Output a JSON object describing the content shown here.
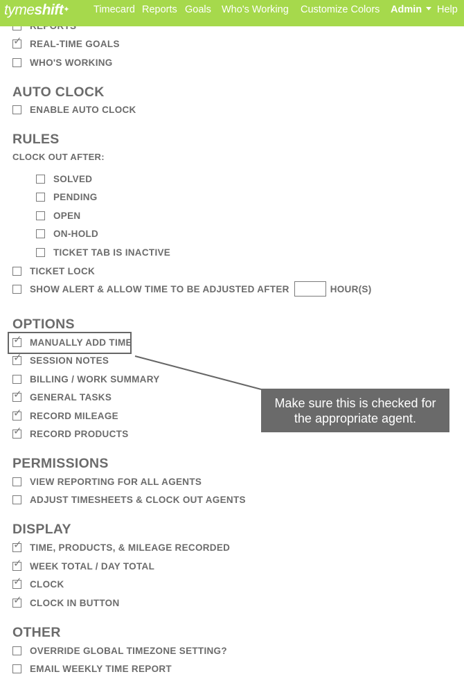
{
  "nav": {
    "logo_thin": "tyme",
    "logo_bold": "shift",
    "logo_star": "✦",
    "links": [
      "Timecard",
      "Reports",
      "Goals",
      "Who's Working",
      "Customize Colors"
    ],
    "admin": "Admin",
    "help": "Help"
  },
  "top_items": [
    {
      "label": "REPORTS",
      "checked": true
    },
    {
      "label": "REAL-TIME GOALS",
      "checked": true
    },
    {
      "label": "WHO'S WORKING",
      "checked": false
    }
  ],
  "auto_clock": {
    "heading": "AUTO CLOCK",
    "items": [
      {
        "label": "ENABLE AUTO CLOCK",
        "checked": false
      }
    ]
  },
  "rules": {
    "heading": "RULES",
    "clock_out_after": "CLOCK OUT AFTER:",
    "statuses": [
      {
        "label": "SOLVED",
        "checked": false
      },
      {
        "label": "PENDING",
        "checked": false
      },
      {
        "label": "OPEN",
        "checked": false
      },
      {
        "label": "ON-HOLD",
        "checked": false
      },
      {
        "label": "TICKET TAB IS INACTIVE",
        "checked": false
      }
    ],
    "ticket_lock": {
      "label": "TICKET LOCK",
      "checked": false
    },
    "show_alert": {
      "label": "SHOW ALERT & ALLOW TIME TO BE ADJUSTED AFTER",
      "checked": false,
      "value": "",
      "unit": "HOUR(S)"
    }
  },
  "options": {
    "heading": "OPTIONS",
    "items": [
      {
        "label": "MANUALLY ADD TIME",
        "checked": true
      },
      {
        "label": "SESSION NOTES",
        "checked": true
      },
      {
        "label": "BILLING / WORK SUMMARY",
        "checked": false
      },
      {
        "label": "GENERAL TASKS",
        "checked": true
      },
      {
        "label": "RECORD MILEAGE",
        "checked": true
      },
      {
        "label": "RECORD PRODUCTS",
        "checked": true
      }
    ]
  },
  "permissions": {
    "heading": "PERMISSIONS",
    "items": [
      {
        "label": "VIEW REPORTING FOR ALL AGENTS",
        "checked": false
      },
      {
        "label": "ADJUST TIMESHEETS & CLOCK OUT AGENTS",
        "checked": false
      }
    ]
  },
  "display": {
    "heading": "DISPLAY",
    "items": [
      {
        "label": "TIME, PRODUCTS, & MILEAGE RECORDED",
        "checked": true
      },
      {
        "label": "WEEK TOTAL / DAY TOTAL",
        "checked": true
      },
      {
        "label": "CLOCK",
        "checked": true
      },
      {
        "label": "CLOCK IN BUTTON",
        "checked": true
      }
    ]
  },
  "other": {
    "heading": "OTHER",
    "items": [
      {
        "label": "OVERRIDE GLOBAL TIMEZONE SETTING?",
        "checked": false
      },
      {
        "label": "EMAIL WEEKLY TIME REPORT",
        "checked": false
      }
    ]
  },
  "callout": {
    "line1": "Make sure this is checked for",
    "line2": "the appropriate agent."
  },
  "colors": {
    "nav_bg": "#a6d94c",
    "text": "#6b6b6b",
    "callout_bg": "#6a6a6a"
  },
  "icons": {
    "check": "check-mark-icon",
    "caret": "caret-down-icon"
  }
}
